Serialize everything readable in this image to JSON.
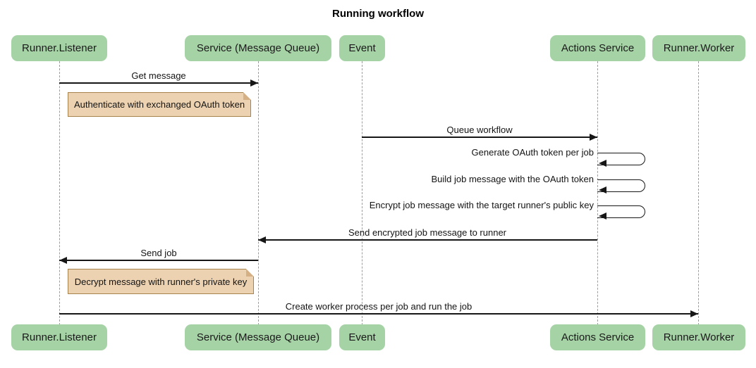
{
  "title": "Running workflow",
  "colors": {
    "actor_fill": "#A6D3A6",
    "note_fill": "#ECD2B0",
    "note_border": "#A6824C",
    "message_line": "#161616",
    "lifeline": "#9C9C9C",
    "background": "#FFFFFF"
  },
  "participants": [
    {
      "label": "Runner.Listener"
    },
    {
      "label": "Service (Message Queue)"
    },
    {
      "label": "Event"
    },
    {
      "label": "Actions Service"
    },
    {
      "label": "Runner.Worker"
    }
  ],
  "messages": [
    {
      "label": "Get message",
      "from": "Runner.Listener",
      "to": "Service (Message Queue)",
      "type": "solid-arrow"
    },
    {
      "label": "Queue workflow",
      "from": "Event",
      "to": "Actions Service",
      "type": "solid-arrow"
    },
    {
      "label": "Generate OAuth token per job",
      "from": "Actions Service",
      "to": "Actions Service",
      "type": "self-loop"
    },
    {
      "label": "Build job message with the OAuth token",
      "from": "Actions Service",
      "to": "Actions Service",
      "type": "self-loop"
    },
    {
      "label": "Encrypt job message with the target runner's public key",
      "from": "Actions Service",
      "to": "Actions Service",
      "type": "self-loop"
    },
    {
      "label": "Send encrypted job message to runner",
      "from": "Actions Service",
      "to": "Service (Message Queue)",
      "type": "solid-arrow"
    },
    {
      "label": "Send job",
      "from": "Service (Message Queue)",
      "to": "Runner.Listener",
      "type": "solid-arrow"
    },
    {
      "label": "Create worker process per job and run the job",
      "from": "Runner.Listener",
      "to": "Runner.Worker",
      "type": "solid-arrow"
    }
  ],
  "notes": [
    {
      "label": "Authenticate with exchanged OAuth token",
      "over": "Runner.Listener"
    },
    {
      "label": "Decrypt message with runner's private key",
      "over": "Runner.Listener"
    }
  ]
}
